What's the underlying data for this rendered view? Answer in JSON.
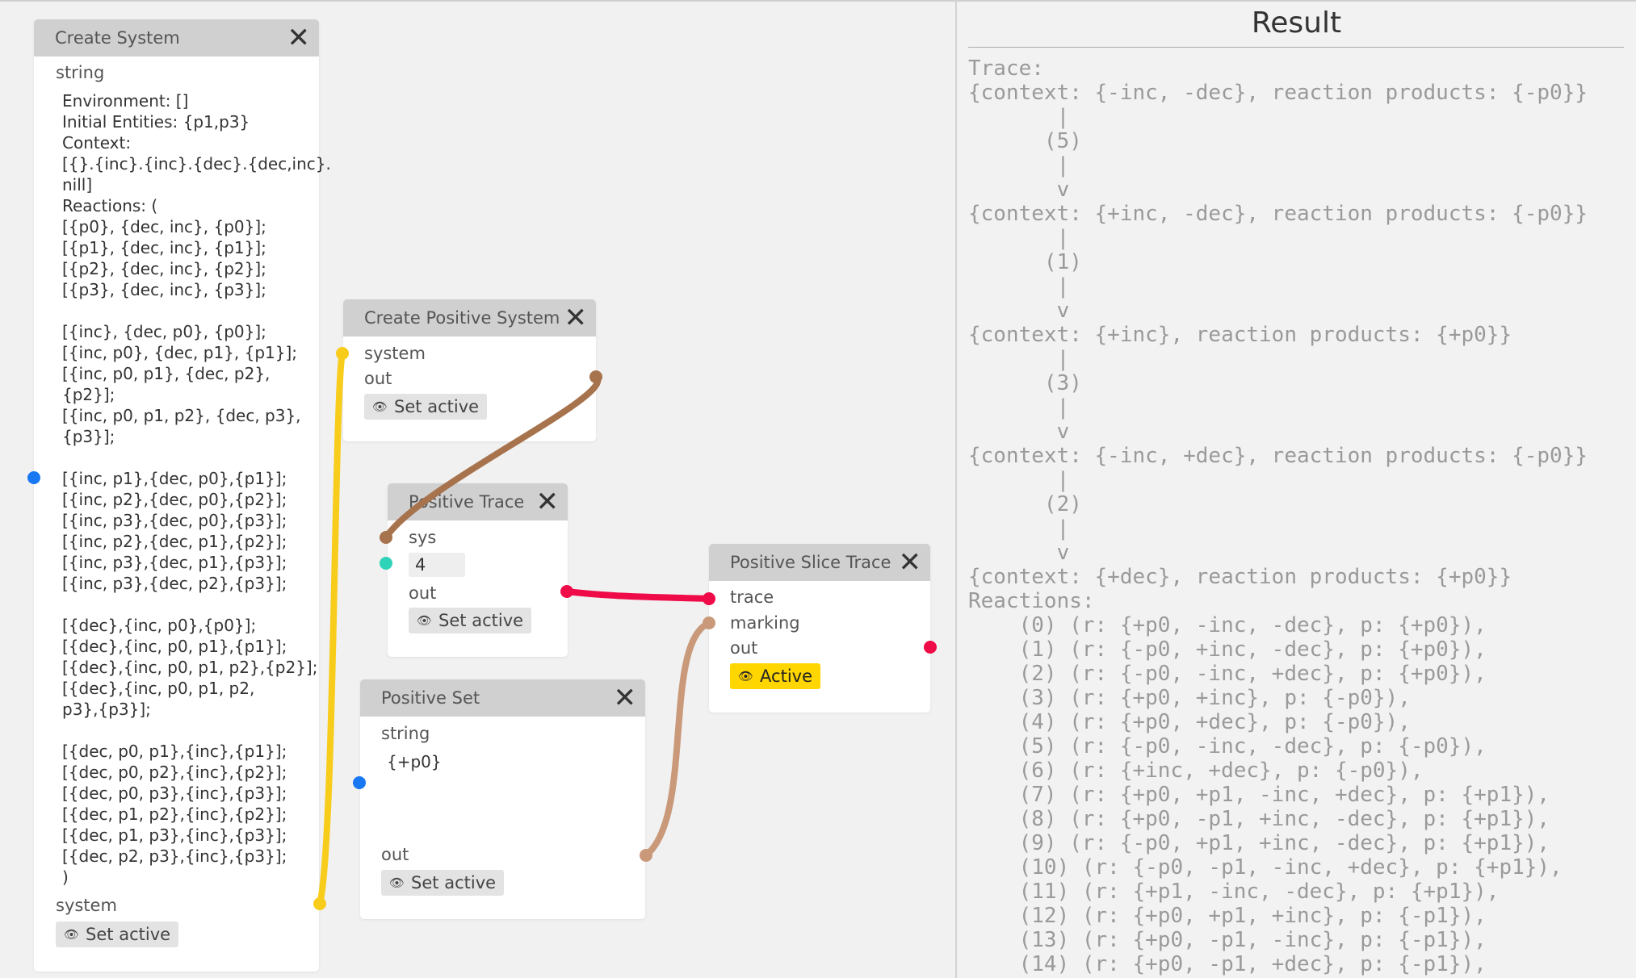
{
  "nodes": {
    "create_system": {
      "title": "Create System",
      "input_label": "string",
      "text": "Environment: []\nInitial Entities: {p1,p3}\nContext:\n[{}.{inc}.{inc}.{dec}.{dec,inc}.\nnill]\nReactions: (\n[{p0}, {dec, inc}, {p0}];\n[{p1}, {dec, inc}, {p1}];\n[{p2}, {dec, inc}, {p2}];\n[{p3}, {dec, inc}, {p3}];\n\n[{inc}, {dec, p0}, {p0}];\n[{inc, p0}, {dec, p1}, {p1}];\n[{inc, p0, p1}, {dec, p2},\n{p2}];\n[{inc, p0, p1, p2}, {dec, p3},\n{p3}];\n\n[{inc, p1},{dec, p0},{p1}];\n[{inc, p2},{dec, p0},{p2}];\n[{inc, p3},{dec, p0},{p3}];\n[{inc, p2},{dec, p1},{p2}];\n[{inc, p3},{dec, p1},{p3}];\n[{inc, p3},{dec, p2},{p3}];\n\n[{dec},{inc, p0},{p0}];\n[{dec},{inc, p0, p1},{p1}];\n[{dec},{inc, p0, p1, p2},{p2}];\n[{dec},{inc, p0, p1, p2,\np3},{p3}];\n\n[{dec, p0, p1},{inc},{p1}];\n[{dec, p0, p2},{inc},{p2}];\n[{dec, p0, p3},{inc},{p3}];\n[{dec, p1, p2},{inc},{p2}];\n[{dec, p1, p3},{inc},{p3}];\n[{dec, p2, p3},{inc},{p3}];\n)",
      "output_label": "system",
      "button": "Set active"
    },
    "create_positive_system": {
      "title": "Create Positive System",
      "input_label": "system",
      "output_label": "out",
      "button": "Set active"
    },
    "positive_trace": {
      "title": "Positive Trace",
      "input_label": "sys",
      "number_value": "4",
      "output_label": "out",
      "button": "Set active"
    },
    "positive_set": {
      "title": "Positive Set",
      "input_label": "string",
      "text": "{+p0}",
      "output_label": "out",
      "button": "Set active"
    },
    "positive_slice_trace": {
      "title": "Positive Slice Trace",
      "input_trace": "trace",
      "input_marking": "marking",
      "output_label": "out",
      "button": "Active"
    }
  },
  "icons": {
    "close": "close-icon",
    "eye": "eye-icon"
  },
  "colors": {
    "wire_yellow": "#f8cc1b",
    "wire_brown": "#a7734d",
    "wire_red": "#ef0a48",
    "wire_tan": "#c9997a",
    "port_blue": "#1877f2",
    "port_teal": "#2fd3b8",
    "active_yellow": "#ffd600"
  },
  "result": {
    "title": "Result",
    "content": "Trace:\n{context: {-inc, -dec}, reaction products: {-p0}}\n       |\n      (5)\n       |\n       v\n{context: {+inc, -dec}, reaction products: {-p0}}\n       |\n      (1)\n       |\n       v\n{context: {+inc}, reaction products: {+p0}}\n       |\n      (3)\n       |\n       v\n{context: {-inc, +dec}, reaction products: {-p0}}\n       |\n      (2)\n       |\n       v\n{context: {+dec}, reaction products: {+p0}}\nReactions:\n    (0) (r: {+p0, -inc, -dec}, p: {+p0}),\n    (1) (r: {-p0, +inc, -dec}, p: {+p0}),\n    (2) (r: {-p0, -inc, +dec}, p: {+p0}),\n    (3) (r: {+p0, +inc}, p: {-p0}),\n    (4) (r: {+p0, +dec}, p: {-p0}),\n    (5) (r: {-p0, -inc, -dec}, p: {-p0}),\n    (6) (r: {+inc, +dec}, p: {-p0}),\n    (7) (r: {+p0, +p1, -inc, +dec}, p: {+p1}),\n    (8) (r: {+p0, -p1, +inc, -dec}, p: {+p1}),\n    (9) (r: {-p0, +p1, +inc, -dec}, p: {+p1}),\n    (10) (r: {-p0, -p1, -inc, +dec}, p: {+p1}),\n    (11) (r: {+p1, -inc, -dec}, p: {+p1}),\n    (12) (r: {+p0, +p1, +inc}, p: {-p1}),\n    (13) (r: {+p0, -p1, -inc}, p: {-p1}),\n    (14) (r: {+p0, -p1, +dec}, p: {-p1}),"
  }
}
